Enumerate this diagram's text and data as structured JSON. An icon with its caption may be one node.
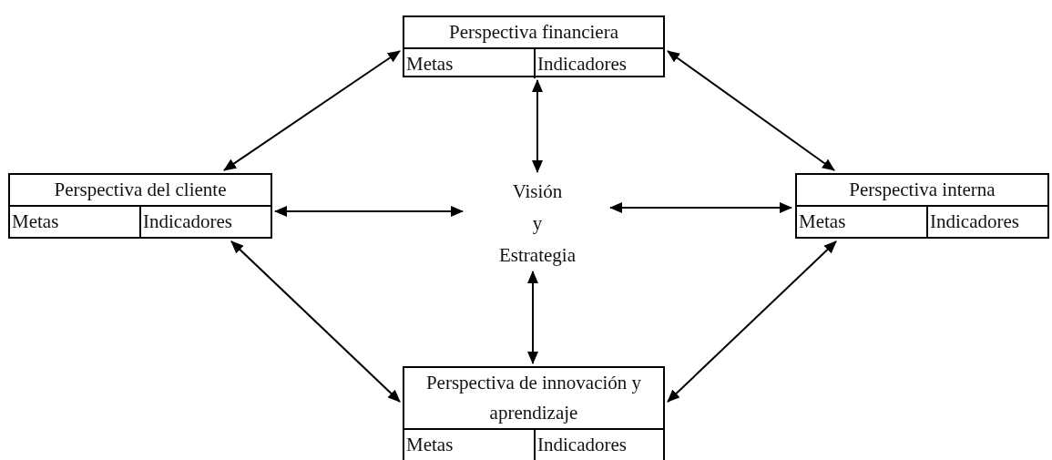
{
  "diagram": {
    "nodes": [
      {
        "text": [
          "Perspectiva financiera",
          "Metas",
          "Indicadores"
        ]
      },
      {
        "text": [
          "Perspectiva del cliente",
          "Metas",
          "Indicadores"
        ]
      },
      {
        "text": [
          "Visión y Estrategia"
        ]
      },
      {
        "text": [
          "Perspectiva interna",
          "Metas",
          "Indicadores"
        ]
      },
      {
        "text": [
          "Perspectiva de innovación y aprendizaje",
          "Metas",
          "Indicadores"
        ]
      }
    ],
    "edges": [
      {
        "from": 0,
        "to": 2,
        "arrow": "both"
      },
      {
        "from": 1,
        "to": 0,
        "arrow": "both"
      },
      {
        "from": 0,
        "to": 3,
        "arrow": "both"
      },
      {
        "from": 1,
        "to": 2,
        "arrow": "both"
      },
      {
        "from": 2,
        "to": 3,
        "arrow": "both"
      },
      {
        "from": 2,
        "to": 4,
        "arrow": "both"
      },
      {
        "from": 1,
        "to": 4,
        "arrow": "both"
      },
      {
        "from": 4,
        "to": 3,
        "arrow": "both"
      }
    ]
  }
}
